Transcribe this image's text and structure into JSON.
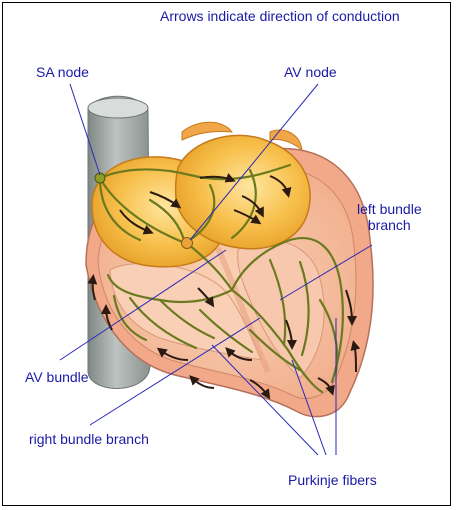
{
  "caption": "Arrows indicate direction of conduction",
  "labels": {
    "sa_node": "SA node",
    "av_node": "AV node",
    "left_bundle_line1": "left bundle",
    "left_bundle_line2": "branch",
    "av_bundle": "AV bundle",
    "right_bundle": "right bundle branch",
    "purkinje": "Purkinje fibers"
  },
  "colors": {
    "label_text": "#1a1aa6",
    "pointer_line": "#2a2ab8",
    "conduction_path": "#6b7a1f",
    "vena_cava": "#9ea5a3",
    "atrium": "#f5b23a",
    "myocardium": "#f4bfa0"
  }
}
